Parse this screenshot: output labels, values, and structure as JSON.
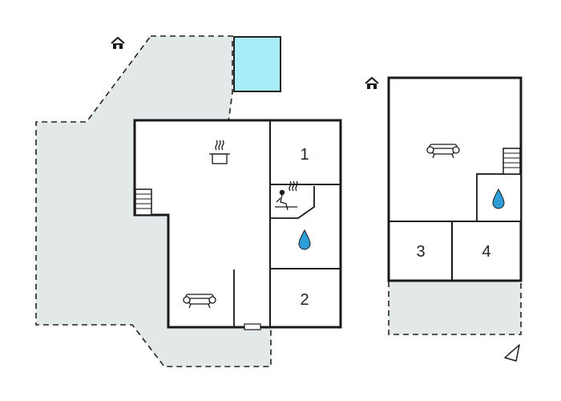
{
  "rooms": {
    "room_1": "1",
    "room_2": "2",
    "room_3": "3",
    "room_4": "4"
  },
  "icons": {
    "ground_floor_marker": "house-icon",
    "upper_floor_marker": "house-icon",
    "kitchen": "cooking-pot-icon",
    "sauna": "sauna-icon",
    "bathroom_ground": "water-drop-icon",
    "bathroom_upper": "water-drop-icon",
    "living_ground": "sofa-icon",
    "living_upper": "sofa-icon",
    "stairs_ground": "stairs-icon",
    "stairs_upper": "stairs-icon",
    "compass": "north-arrow-icon"
  },
  "colors": {
    "wall": "#1a1a1a",
    "terrace": "#e3e8e8",
    "pool": "#a8ecf7",
    "water_drop": "#2e9fd6"
  }
}
